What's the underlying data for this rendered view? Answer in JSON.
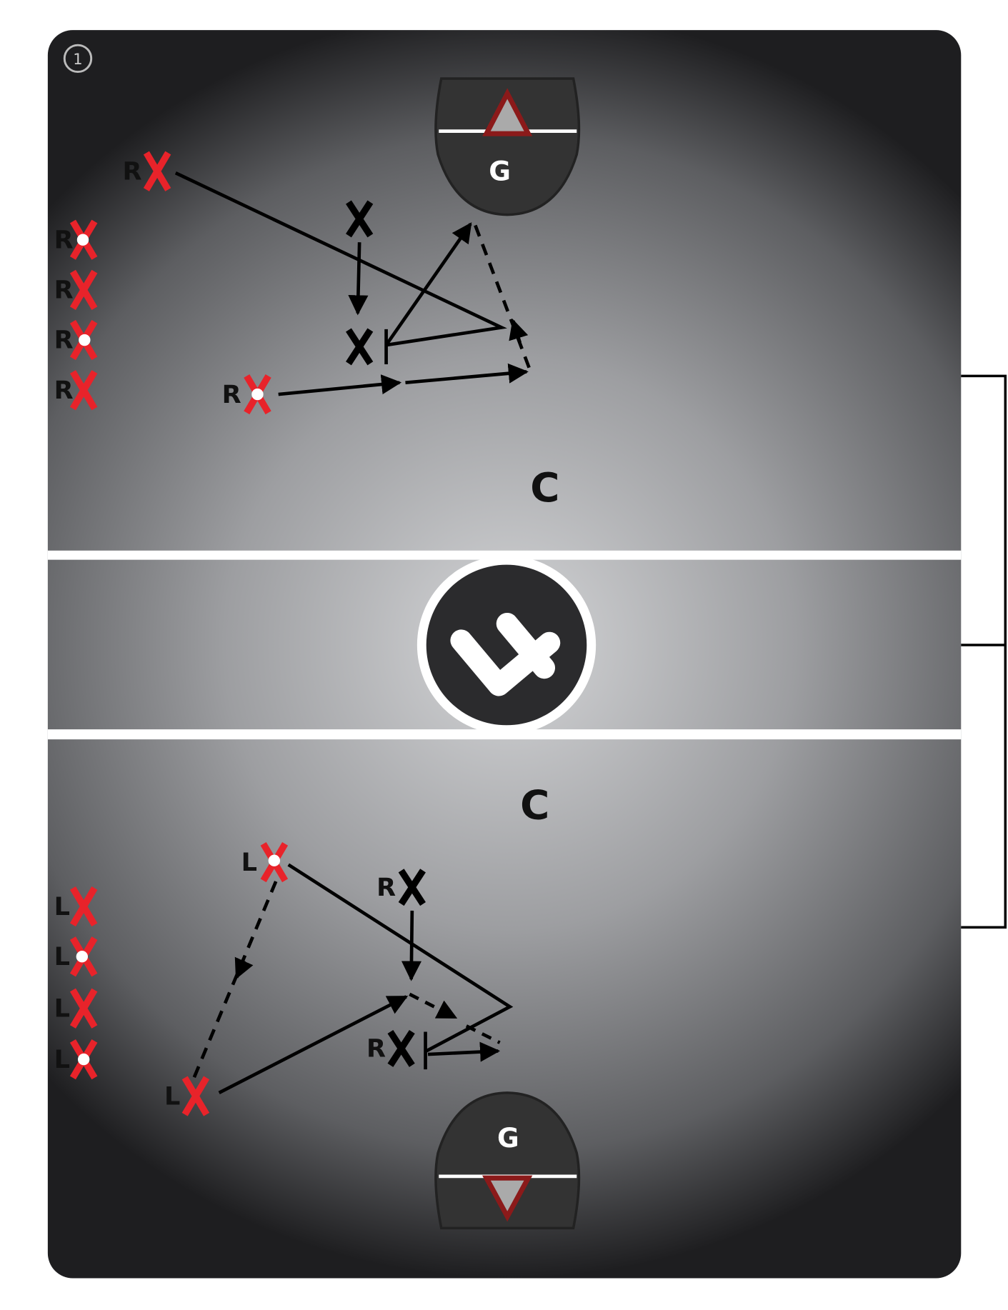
{
  "drill": {
    "step_number": "1",
    "top_half": {
      "goalie_label": "G",
      "crease_label": "C",
      "shooter_label": "R",
      "line_labels": [
        "R",
        "R",
        "R",
        "R"
      ],
      "feeder_label": "R"
    },
    "bottom_half": {
      "goalie_label": "G",
      "crease_label": "C",
      "passer_label": "L",
      "line_labels": [
        "L",
        "L",
        "L",
        "L"
      ],
      "receiver_label": "L",
      "defender_top_label": "R",
      "defender_bottom_label": "R"
    },
    "center_logo": "lf",
    "colors": {
      "red_player": "#e8232a",
      "goal_red": "#8b1a1a",
      "field_dark": "#2b2b2d",
      "field_light": "#d2d3d5"
    }
  }
}
